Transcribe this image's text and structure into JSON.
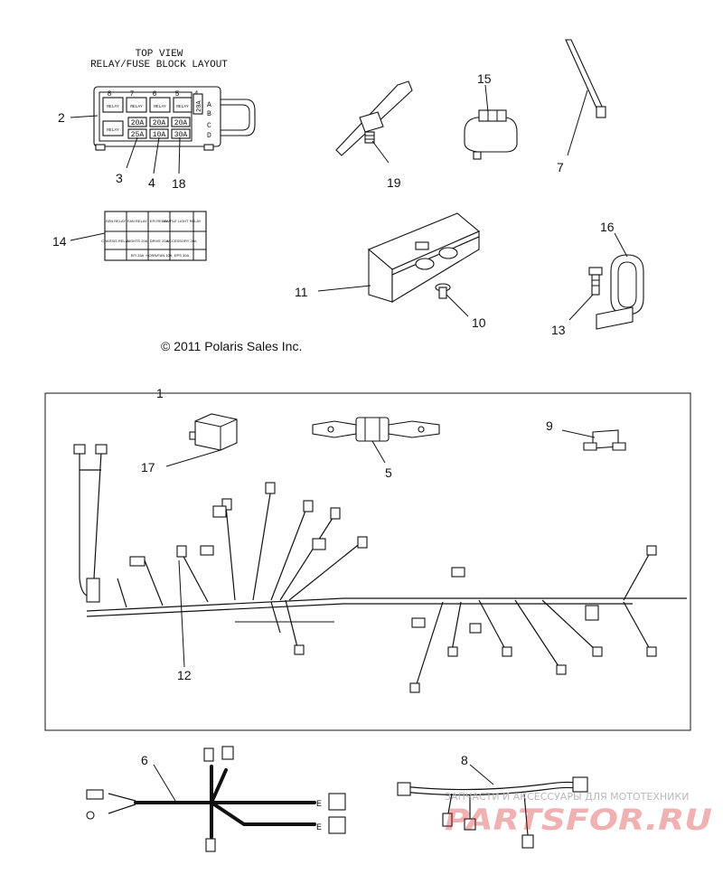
{
  "fuse_block": {
    "title_line1": "TOP VIEW",
    "title_line2": "RELAY/FUSE BLOCK LAYOUT",
    "relay_labels": [
      "RELAY",
      "RELAY",
      "RELAY",
      "RELAY",
      "RELAY"
    ],
    "top_numbers": [
      "8",
      "7",
      "6",
      "5",
      "4"
    ],
    "fuse_row1": [
      "20A",
      "20A",
      "20A"
    ],
    "fuse_row2": [
      "25A",
      "10A",
      "30A"
    ],
    "side_fuse": "20A",
    "side_letters": [
      "A",
      "B",
      "C",
      "D"
    ]
  },
  "label_card": {
    "row1": [
      "SEN RELAY",
      "FAN RELAY",
      "EFI RELAY",
      "SAMPLE LIGHT RELAY"
    ],
    "row2": [
      "CHASSIS RELAY",
      "LIGHTS 20A",
      "DRIVE 20A",
      "ACCESSORY 20A"
    ],
    "row3": [
      "",
      "EFI 25A",
      "HORN/FAN 10A",
      "EPS 30A"
    ]
  },
  "callouts": {
    "c1": "1",
    "c2": "2",
    "c3": "3",
    "c4": "4",
    "c5": "5",
    "c6": "6",
    "c7": "7",
    "c8": "8",
    "c9": "9",
    "c10": "10",
    "c11": "11",
    "c12": "12",
    "c13": "13",
    "c14": "14",
    "c15": "15",
    "c16": "16",
    "c17": "17",
    "c18": "18",
    "c19": "19"
  },
  "copyright": "© 2011 Polaris Sales Inc.",
  "watermark": {
    "tagline": "ЗАПЧАСТИ И АКСЕССУАРЫ ДЛЯ МОТОТЕХНИКИ",
    "logo": "PARTSFOR.RU"
  },
  "connector_letter": "E"
}
